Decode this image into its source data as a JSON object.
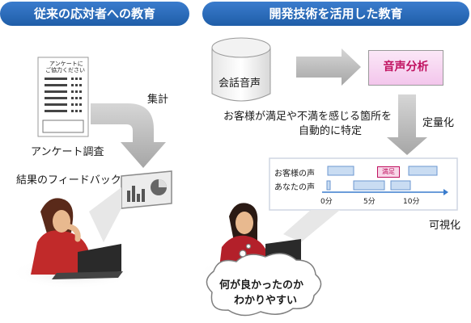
{
  "left": {
    "header": "従来の応対者への教育",
    "survey_sheet": {
      "title_line1": "アンケートに",
      "title_line2": "ご協力ください"
    },
    "survey_label": "アンケート調査",
    "aggregate_label": "集計",
    "feedback_label": "結果のフィードバック"
  },
  "right": {
    "header": "開発技術を活用した教育",
    "db_label": "会話音声",
    "analysis_label": "音声分析",
    "detect_text_line1": "お客様が満足や不満を感じる箇所を",
    "detect_text_line2": "自動的に特定",
    "quantify_label": "定量化",
    "timeline": {
      "rows": [
        "お客様の声",
        "あなたの声"
      ],
      "badge": "満足",
      "ticks": [
        "0分",
        "5分",
        "10分"
      ]
    },
    "visualize_label": "可視化",
    "bubble_line1": "何が良かったのか",
    "bubble_line2": "わかりやすい"
  },
  "colors": {
    "header_blue": "#2a6dbd",
    "arrow_gray": "#b9b9b9",
    "accent_pink": "#c0105f",
    "timeline_blue": "#9fc3ea",
    "person_red": "#c12a2a"
  }
}
